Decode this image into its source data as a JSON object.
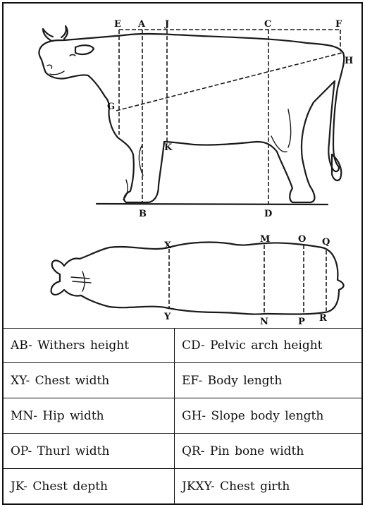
{
  "diagram": {
    "side_view_labels": {
      "e": "E",
      "a": "A",
      "j": "J",
      "c": "C",
      "f": "F",
      "h": "H",
      "g": "G",
      "k": "K",
      "b": "B",
      "d": "D"
    },
    "top_view_labels": {
      "x": "X",
      "y": "Y",
      "m": "M",
      "n": "N",
      "o": "O",
      "p": "P",
      "q": "Q",
      "r": "R"
    }
  },
  "legend": {
    "rows": [
      {
        "left": "AB- Withers height",
        "right": "CD- Pelvic arch height"
      },
      {
        "left": "XY- Chest width",
        "right": "EF- Body length"
      },
      {
        "left": "MN- Hip width",
        "right": "GH- Slope body length"
      },
      {
        "left": "OP- Thurl width",
        "right": "QR- Pin bone width"
      },
      {
        "left": "JK- Chest depth",
        "right": "JKXY- Chest girth"
      }
    ]
  }
}
